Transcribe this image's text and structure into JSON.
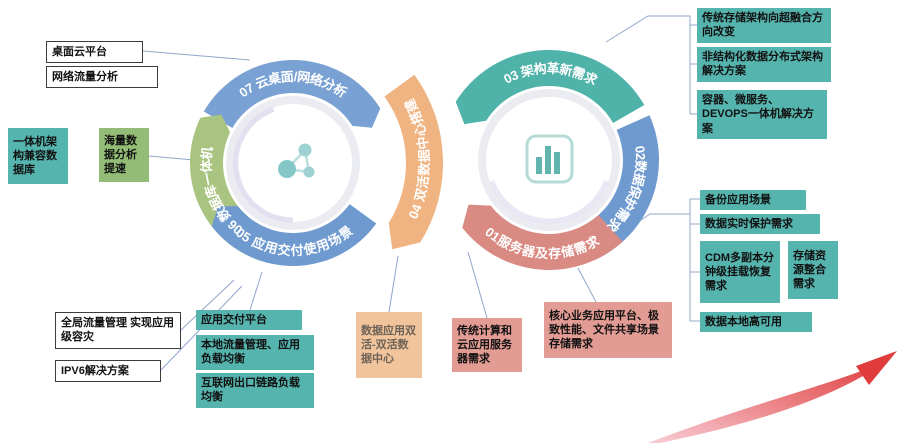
{
  "arcs": {
    "seg07": "07 云桌面/网络分析",
    "seg06": "06 数据库一体机",
    "seg05": "05 应用交付使用场景",
    "seg04": "04 双活数据中心搭建",
    "seg03": "03 架构革新需求",
    "seg02": "02数据保护需求",
    "seg01": "01服务器及存储需求"
  },
  "boxes": {
    "desktop_cloud_platform": "桌面云平台",
    "network_traffic_analysis": "网络流量分析",
    "aio_architecture_db": "一体机架构兼容数据库",
    "mass_data_analysis": "海量数据分析提速",
    "global_traffic_mgmt": "全局流量管理 实现应用级容灾",
    "ipv6_solution": "IPV6解决方案",
    "app_delivery_platform": "应用交付平台",
    "local_traffic_mgmt": "本地流量管理、应用负载均衡",
    "internet_link_lb": "互联网出口链路负载均衡",
    "active_active_dc": "数据应用双活-双活数据中心",
    "traditional_cloud_server": "传统计算和云应用服务器需求",
    "core_business_storage": "核心业务应用平台、极致性能、文件共享场景存储需求",
    "storage_hyperconverged": "传统存储架构向超融合方向改变",
    "unstructured_distributed": "非结构化数据分布式架构解决方案",
    "container_devops": "容器、微服务、DEVOPS一体机解决方案",
    "backup_scenario": "备份应用场景",
    "realtime_protection": "数据实时保护需求",
    "cdm_recovery": "CDM多副本分钟级挂载恢复需求",
    "storage_consolidation": "存储资源整合需求",
    "local_high_availability": "数据本地高可用"
  },
  "colors": {
    "blue_arc": "#7aa1d4",
    "blue_arc2": "#6f9ad0",
    "green_arc": "#a9c480",
    "orange_arc": "#f0b482",
    "teal_arc": "#4fb3a9",
    "salmon_arc": "#d98a82",
    "teal_box": "#56b4ae",
    "green_box": "#93bd76",
    "orange_box": "#f2c49c",
    "salmon_box": "#e39c94",
    "swoosh_red": "#e03c3c"
  }
}
